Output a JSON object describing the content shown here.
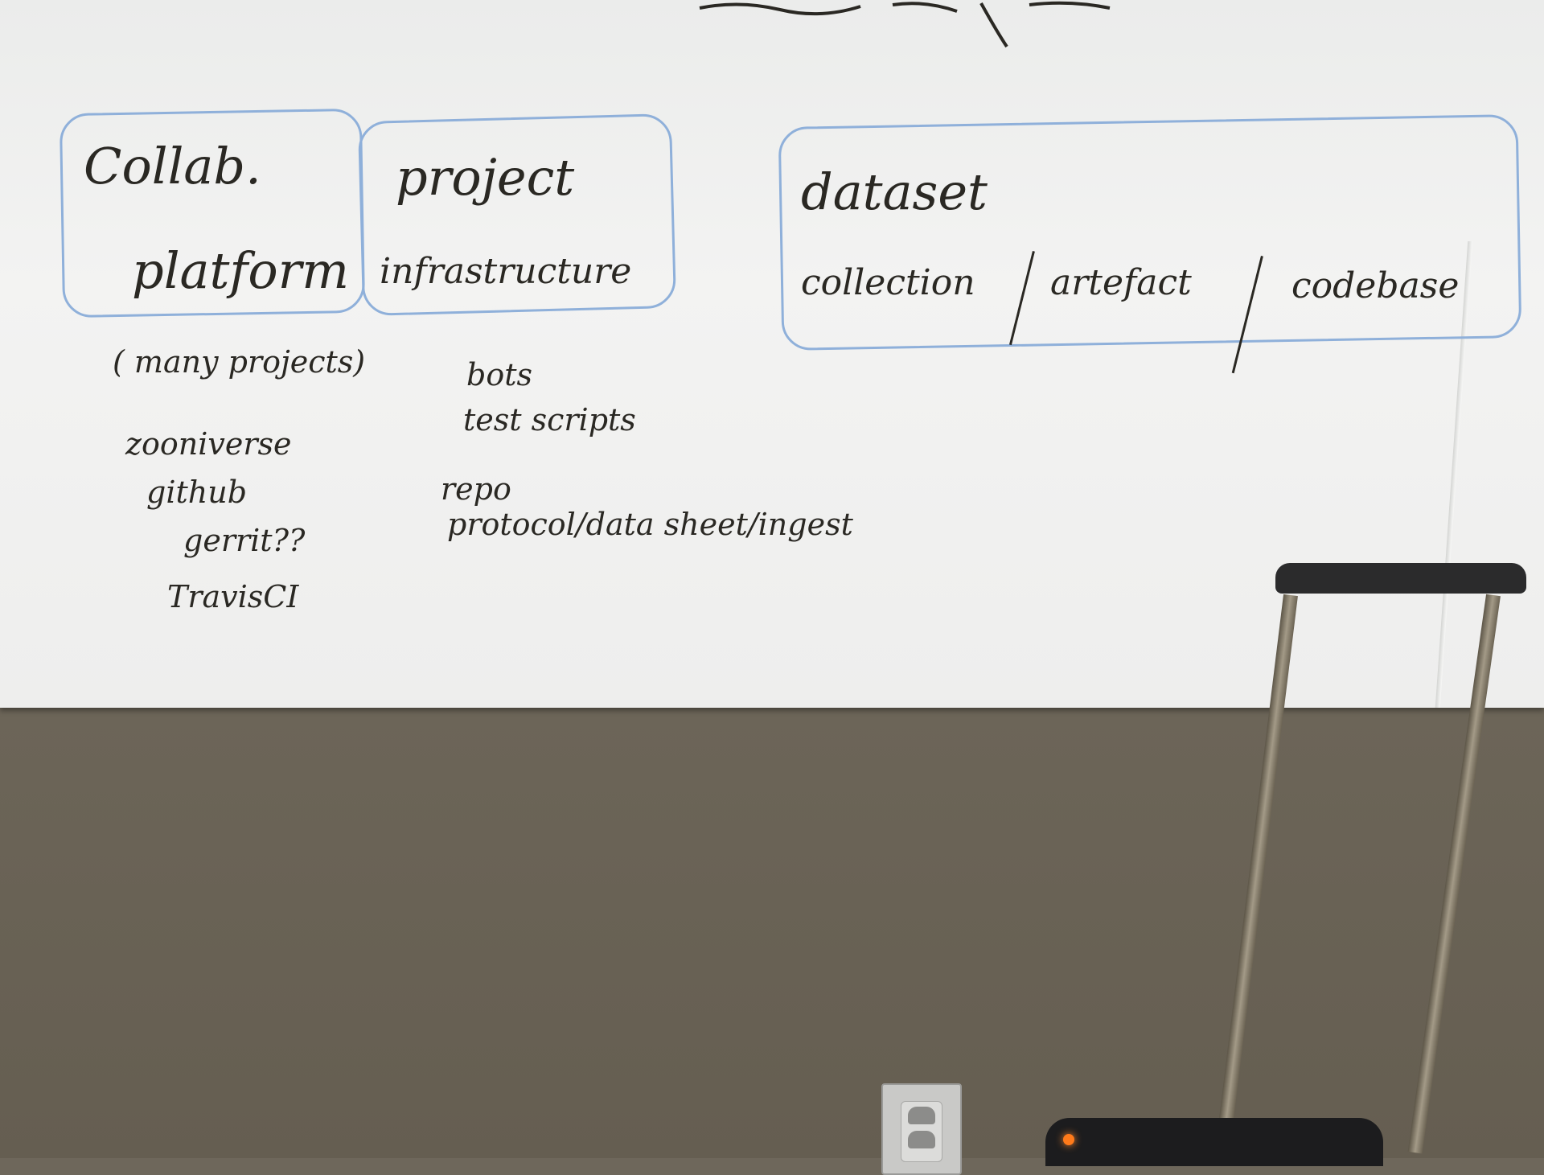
{
  "whiteboard": {
    "box1": {
      "line1": "Collab.",
      "line2": "platform"
    },
    "box2": {
      "line1": "project",
      "line2": "infrastructure"
    },
    "box3": {
      "line1": "dataset",
      "line2a": "collection",
      "line2b": "artefact",
      "line2c": "codebase"
    },
    "col1": [
      "( many projects)",
      "zooniverse",
      "github",
      "gerrit??",
      "TravisCI"
    ],
    "col2": [
      "bots",
      "test scripts",
      "repo",
      "protocol/data sheet/ingest"
    ]
  },
  "colors": {
    "marker_black": "#2a2823",
    "marker_blue": "#8fb0da",
    "board": "#f0f0ef",
    "wall": "#6f685b"
  },
  "icons": [
    "wall-outlet-icon",
    "luggage-handle-icon"
  ]
}
